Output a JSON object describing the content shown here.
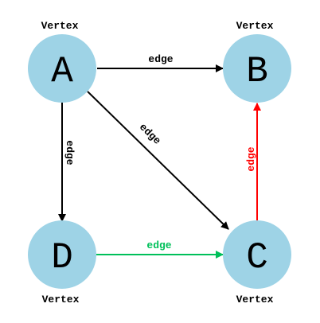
{
  "colors": {
    "node_fill": "#9ed3e6",
    "edge_default": "#000000",
    "edge_red": "#ff0000",
    "edge_green": "#00c05a",
    "text": "#000000"
  },
  "nodes": [
    {
      "id": "A",
      "letter": "A",
      "caption": "Vertex"
    },
    {
      "id": "B",
      "letter": "B",
      "caption": "Vertex"
    },
    {
      "id": "C",
      "letter": "C",
      "caption": "Vertex"
    },
    {
      "id": "D",
      "letter": "D",
      "caption": "Vertex"
    }
  ],
  "edges": [
    {
      "from": "A",
      "to": "B",
      "label": "edge",
      "color": "#000000"
    },
    {
      "from": "A",
      "to": "C",
      "label": "edge",
      "color": "#000000"
    },
    {
      "from": "A",
      "to": "D",
      "label": "edge",
      "color": "#000000"
    },
    {
      "from": "D",
      "to": "C",
      "label": "edge",
      "color": "#00c05a"
    },
    {
      "from": "C",
      "to": "B",
      "label": "edge",
      "color": "#ff0000"
    }
  ]
}
